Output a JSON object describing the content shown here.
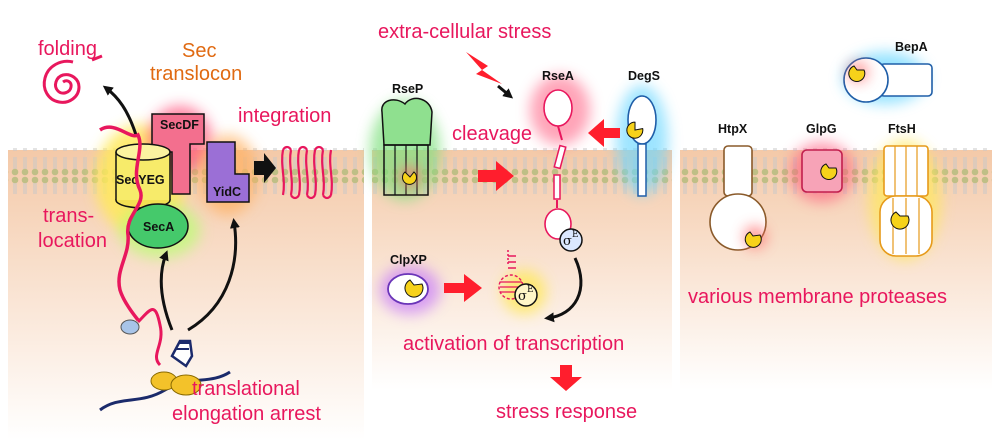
{
  "labels": {
    "folding": "folding",
    "sec_translocon_1": "Sec",
    "sec_translocon_2": "translocon",
    "integration": "integration",
    "translocation_1": "trans-",
    "translocation_2": "location",
    "translational_1": "translational",
    "translational_2": "elongation arrest",
    "extracellular_stress": "extra-cellular stress",
    "cleavage": "cleavage",
    "activation": "activation of transcription",
    "stress_response": "stress response",
    "various_proteases": "various membrane proteases"
  },
  "proteins": {
    "secdf": "SecDF",
    "secyeg": "SecYEG",
    "yidc": "YidC",
    "seca": "SecA",
    "rsep": "RseP",
    "rsea": "RseA",
    "degs": "DegS",
    "clpxp": "ClpXP",
    "sigma": "σ",
    "sigma_sup": "E",
    "bepa": "BepA",
    "htpx": "HtpX",
    "glpg": "GlpG",
    "ftsh": "FtsH"
  },
  "colors": {
    "accent_red": "#e8175d",
    "accent_orange": "#e06a12",
    "membrane_lipid": "#bfbf86",
    "cytoplasm": "#f6d5bb"
  }
}
